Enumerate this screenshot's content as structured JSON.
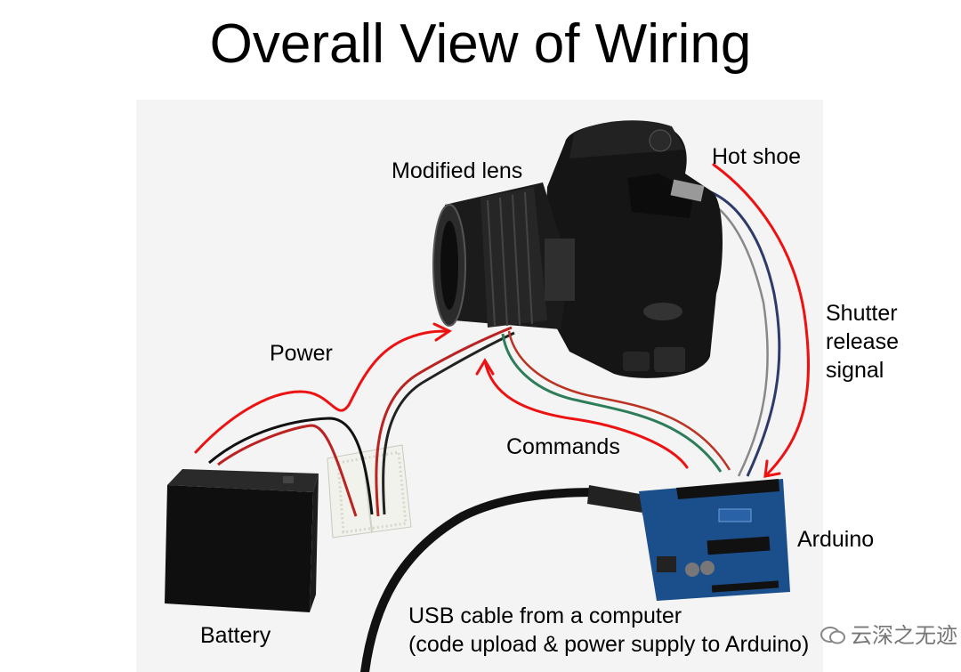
{
  "title": "Overall View of Wiring",
  "labels": {
    "modified_lens": "Modified lens",
    "hot_shoe": "Hot shoe",
    "shutter_line1": "Shutter",
    "shutter_line2": "release",
    "shutter_line3": "signal",
    "power": "Power",
    "commands": "Commands",
    "arduino": "Arduino",
    "battery": "Battery",
    "usb_line1": "USB cable from a computer",
    "usb_line2": "(code upload & power supply to Arduino)"
  },
  "watermark": "云深之无迹",
  "colors": {
    "arrow": "#ee1111",
    "camera": "#151515",
    "arduino_board": "#1b4f8c",
    "breadboard": "#f2f2ec",
    "background_photo": "#f4f4f4"
  },
  "icons": [
    "camera-body-icon",
    "lens-icon",
    "battery-box-icon",
    "breadboard-icon",
    "arduino-board-icon",
    "usb-cable-icon",
    "wechat-icon"
  ]
}
